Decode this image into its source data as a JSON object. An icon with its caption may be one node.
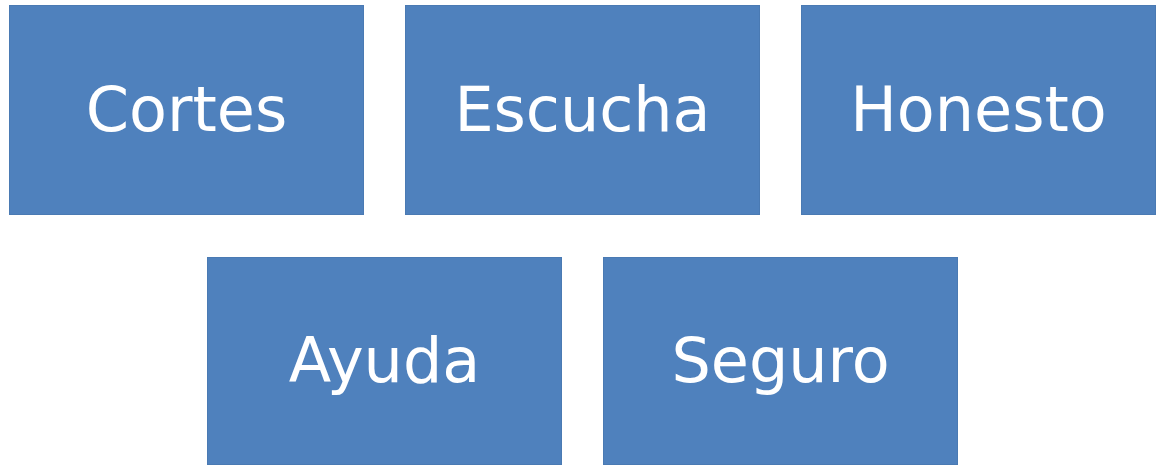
{
  "diagram": {
    "nodes": [
      {
        "text": [
          "Cortes"
        ]
      },
      {
        "text": [
          "Escucha"
        ]
      },
      {
        "text": [
          "Honesto"
        ]
      },
      {
        "text": [
          "Ayuda"
        ]
      },
      {
        "text": [
          "Seguro"
        ]
      }
    ]
  }
}
